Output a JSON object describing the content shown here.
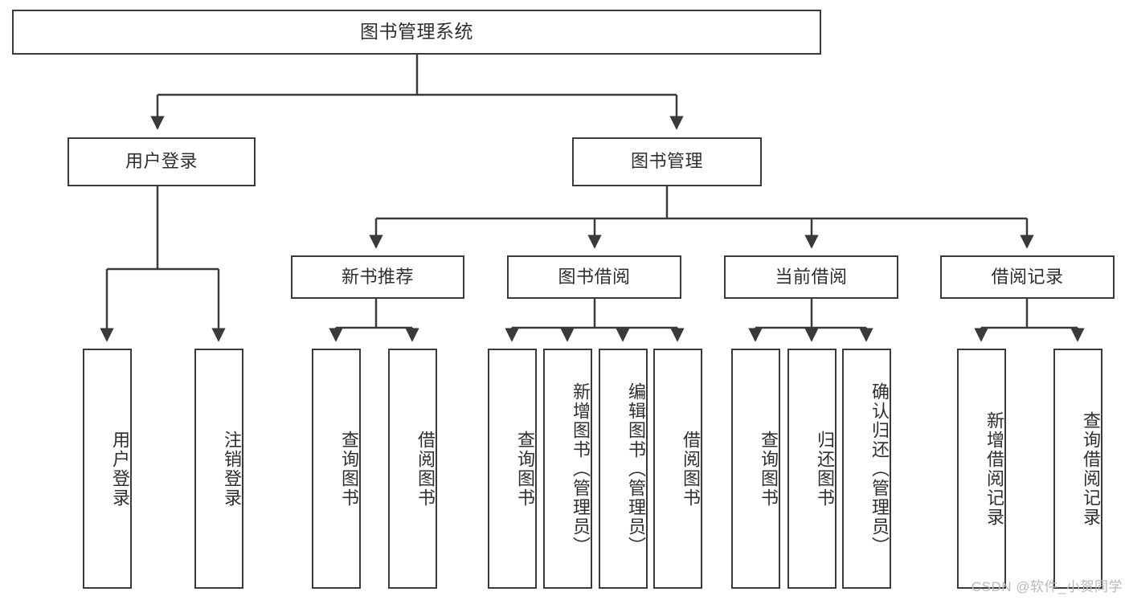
{
  "diagram": {
    "title": "图书管理系统",
    "type": "功能结构图",
    "stroke_color": "#3a3a3a",
    "fill_color": "#ffffff",
    "text_color": "#2f2f2f"
  },
  "root": {
    "label": "图书管理系统"
  },
  "level2": [
    {
      "label": "用户登录"
    },
    {
      "label": "图书管理"
    }
  ],
  "level3": [
    {
      "label": "新书推荐"
    },
    {
      "label": "图书借阅"
    },
    {
      "label": "当前借阅"
    },
    {
      "label": "借阅记录"
    }
  ],
  "leaves": {
    "user_login": [
      {
        "label": "用户登录"
      },
      {
        "label": "注销登录"
      }
    ],
    "new_book": [
      {
        "label": "查询图书"
      },
      {
        "label": "借阅图书"
      }
    ],
    "book_borrow": [
      {
        "label": "查询图书"
      },
      {
        "label": "新增图书（管理员）"
      },
      {
        "label": "编辑图书（管理员）"
      },
      {
        "label": "借阅图书"
      }
    ],
    "current_borrow": [
      {
        "label": "查询图书"
      },
      {
        "label": "归还图书"
      },
      {
        "label": "确认归还（管理员）"
      }
    ],
    "borrow_record": [
      {
        "label": "新增借阅记录"
      },
      {
        "label": "查询借阅记录"
      }
    ]
  },
  "watermark": {
    "text": "CSDN @软件_小贺同学"
  }
}
